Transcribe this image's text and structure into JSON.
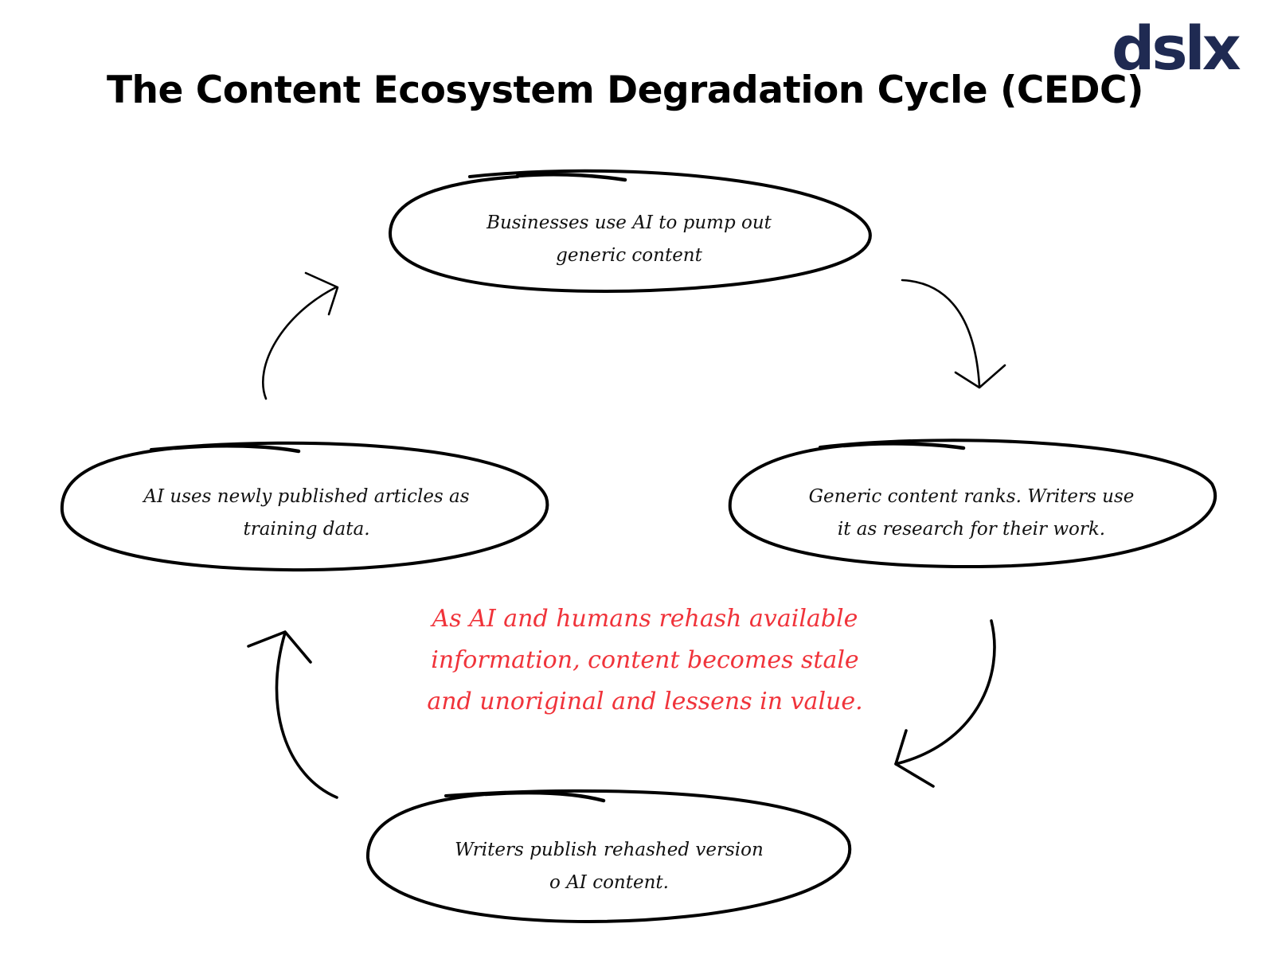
{
  "logo": {
    "text": "dslx",
    "color": "#1f2a52"
  },
  "title": "The Content Ecosystem Degradation Cycle (CEDC)",
  "nodes": [
    {
      "id": "top",
      "text": "Businesses use AI to pump out generic content"
    },
    {
      "id": "right",
      "text": "Generic content ranks. Writers use it as research for their work."
    },
    {
      "id": "bottom",
      "text": "Writers publish rehashed version o AI content."
    },
    {
      "id": "left",
      "text": "AI uses newly published articles as training data."
    }
  ],
  "callout": {
    "text": "As AI and humans rehash available information, content becomes stale and unoriginal and lessens in value.",
    "color": "#f0333a"
  },
  "arrows": [
    {
      "from": "top",
      "to": "right"
    },
    {
      "from": "right",
      "to": "bottom"
    },
    {
      "from": "bottom",
      "to": "left"
    },
    {
      "from": "left",
      "to": "top"
    }
  ]
}
